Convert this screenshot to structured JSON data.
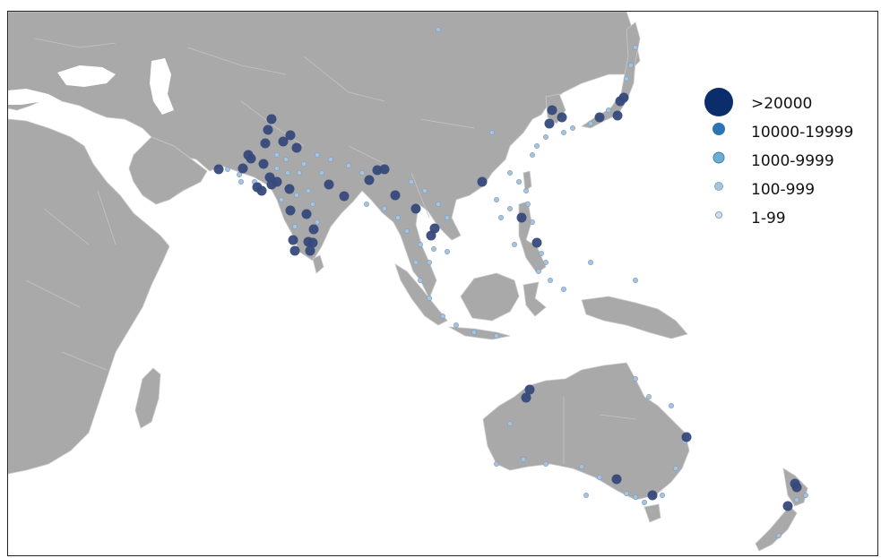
{
  "legend": {
    "items": [
      {
        "label": ">20000",
        "color": "#0b2d6b"
      },
      {
        "label": "10000-19999",
        "color": "#2e74b5"
      },
      {
        "label": "1000-9999",
        "color": "#6aaed6"
      },
      {
        "label": "100-999",
        "color": "#a7c4de"
      },
      {
        "label": "1-99",
        "color": "#d3dde8"
      }
    ]
  },
  "colors": {
    "land": "#a9a9a9",
    "water": "#ffffff",
    "major_point": "#36497a",
    "minor_point": "#a7c4de"
  }
}
